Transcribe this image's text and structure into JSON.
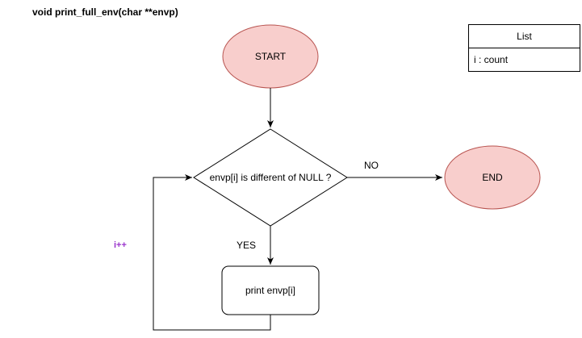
{
  "function_signature": "void print_full_env(char **envp)",
  "nodes": {
    "start": "START",
    "condition": "envp[i] is different of NULL ?",
    "process": "print envp[i]",
    "end": "END"
  },
  "edge_labels": {
    "no": "NO",
    "yes": "YES",
    "loop": "i++"
  },
  "legend": {
    "title": "List",
    "row": "i : count"
  },
  "colors": {
    "terminal_fill": "#f8cecc",
    "terminal_stroke": "#b85450",
    "loop_label": "#9933cc"
  }
}
